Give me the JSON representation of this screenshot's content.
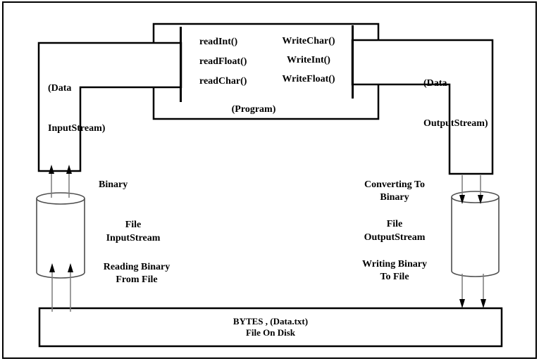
{
  "diagram": {
    "title_hint": "Java binary stream I/O diagram",
    "program_box": {
      "read_methods": [
        "readInt()",
        "readFloat()",
        "readChar()"
      ],
      "write_methods": [
        "WriteChar()",
        "WriteInt()",
        "WriteFloat()"
      ],
      "label": "(Program)"
    },
    "data_input_stream": {
      "line1": "(Data",
      "line2": "InputStream)"
    },
    "data_output_stream": {
      "line1": "(Data",
      "line2": "OutputStream)"
    },
    "left_labels": {
      "binary": "Binary",
      "stream_line1": "File",
      "stream_line2": "InputStream",
      "action_line1": "Reading Binary",
      "action_line2": "From File"
    },
    "right_labels": {
      "converting_line1": "Converting To",
      "converting_line2": "Binary",
      "stream_line1": "File",
      "stream_line2": "OutputStream",
      "action_line1": "Writing Binary",
      "action_line2": "To File"
    },
    "disk_box": {
      "line1": "BYTES , (Data.txt)",
      "line2": "File On Disk"
    },
    "colors": {
      "line": "#000000",
      "cylinder_stroke": "#4d4d4d",
      "arrow_shaft": "#7a7a7a",
      "background": "#ffffff"
    }
  }
}
